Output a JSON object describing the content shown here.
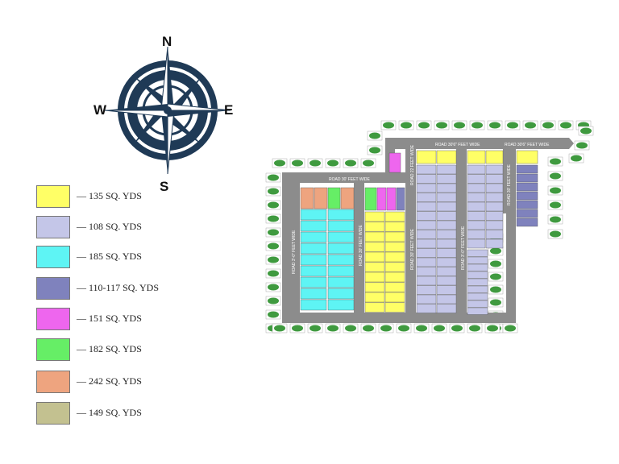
{
  "compass": {
    "north": "N",
    "south": "S",
    "east": "E",
    "west": "W",
    "colors": {
      "dark": "#1f3a56",
      "light": "#ffffff"
    }
  },
  "legend": [
    {
      "label": "— 135 SQ. YDS",
      "color": "#ffff66"
    },
    {
      "label": "— 108 SQ. YDS",
      "color": "#c4c6e8"
    },
    {
      "label": "— 185 SQ. YDS",
      "color": "#5ef4f4"
    },
    {
      "label": "— 110-117 SQ. YDS",
      "color": "#7f82bd"
    },
    {
      "label": "— 151 SQ. YDS",
      "color": "#ee66ee"
    },
    {
      "label": "— 182 SQ. YDS",
      "color": "#66ee66"
    },
    {
      "label": "— 242 SQ. YDS",
      "color": "#eea47f"
    },
    {
      "label": "— 149 SQ. YDS",
      "color": "#c3c190"
    }
  ],
  "site_plan": {
    "colors": {
      "road": "#8c8c8c",
      "tree": "#3f9a3f",
      "plot_border": "#555555"
    },
    "road_labels": {
      "top_road": "ROAD 30' FEET WIDE",
      "upper_road_1": "ROAD 30'6\" FEET WIDE",
      "upper_road_2": "ROAD 30'6\" FEET WIDE",
      "left_road": "ROAD 3'-0\" FEET WIDE",
      "mid_road_1": "ROAD 30' FEET WIDE",
      "mid_road_2": "ROAD 22 FEET WIDE",
      "mid_road_3": "ROAD 30' FEET WIDE",
      "mid_road_4": "ROAD 3'-0\" FEET WIDE",
      "right_road": "ROAD 30' FEET WIDE"
    }
  }
}
